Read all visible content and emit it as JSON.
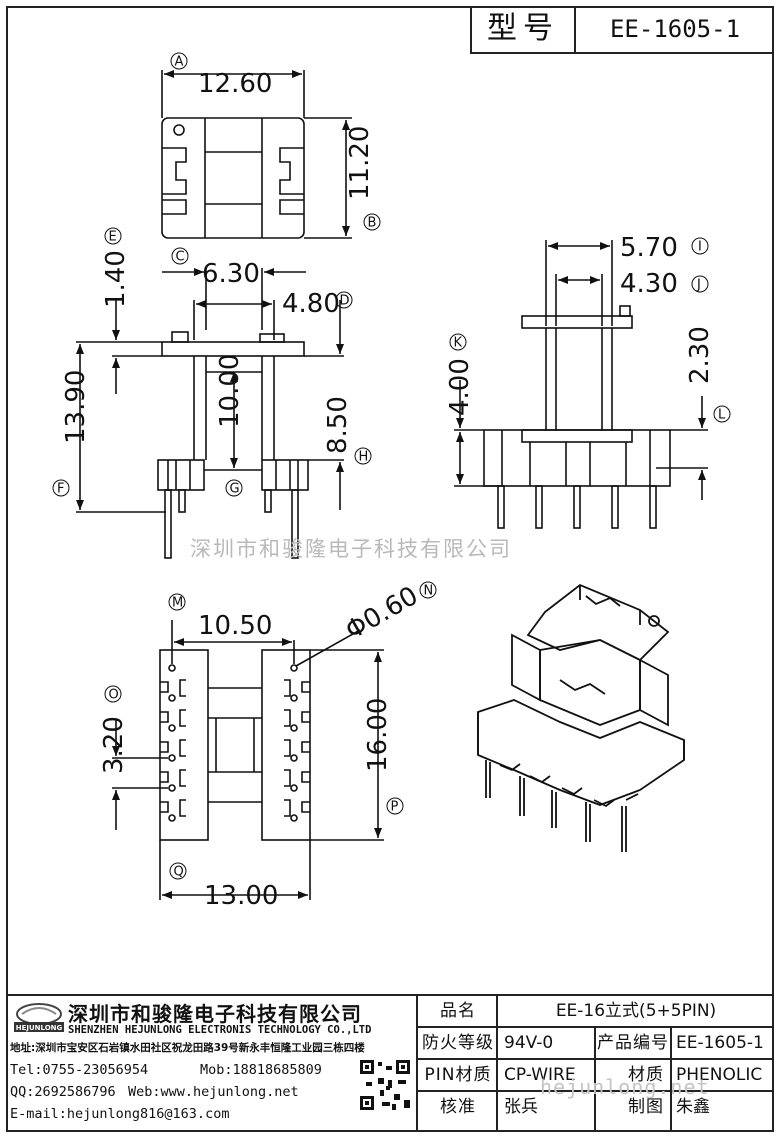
{
  "header": {
    "model_label": "型号",
    "model_value": "EE-1605-1"
  },
  "dimensions": {
    "top_view": {
      "width": "12.60",
      "height": "11.20"
    },
    "front_view": {
      "e": "1.40",
      "c": "6.30",
      "d": "4.80",
      "overall": "13.90",
      "body": "10.00",
      "h": "8.50"
    },
    "side_view": {
      "i": "5.70",
      "j": "4.30",
      "k": "4.00",
      "l": "2.30"
    },
    "bottom_view": {
      "m": "10.50",
      "pin_dia": "Φ0.60",
      "pitch": "3.20",
      "length": "16.00",
      "width": "13.00"
    }
  },
  "callouts": [
    "A",
    "B",
    "C",
    "D",
    "E",
    "F",
    "G",
    "H",
    "I",
    "J",
    "K",
    "L",
    "M",
    "N",
    "O",
    "P",
    "Q"
  ],
  "watermark": "深圳市和骏隆电子科技有限公司",
  "watermark_web": "hejunlong.net",
  "company": {
    "name_cn": "深圳市和骏隆电子科技有限公司",
    "name_en": "SHENZHEN HEJUNLONG ELECTRONIS TECHNOLOGY CO.,LTD",
    "address": "地址:深圳市宝安区石岩镇水田社区祝龙田路39号新永丰恒隆工业园三栋四楼",
    "tel": "Tel:0755-23056954",
    "mob": "Mob:18818685809",
    "qq": "QQ:2692586796",
    "web": "Web:www.hejunlong.net",
    "email": "E-mail:hejunlong816@163.com",
    "logo_text": "HEJUNLONG"
  },
  "specs": {
    "name_label": "品名",
    "name_value": "EE-16立式(5+5PIN)",
    "fire_label": "防火等级",
    "fire_value": "94V-0",
    "code_label": "产品编号",
    "code_value": "EE-1605-1",
    "pin_label": "PIN材质",
    "pin_value": "CP-WIRE",
    "mat_label": "材质",
    "mat_value": "PHENOLIC",
    "check_label": "核准",
    "check_value": "张兵",
    "draw_label": "制图",
    "draw_value": "朱鑫"
  }
}
